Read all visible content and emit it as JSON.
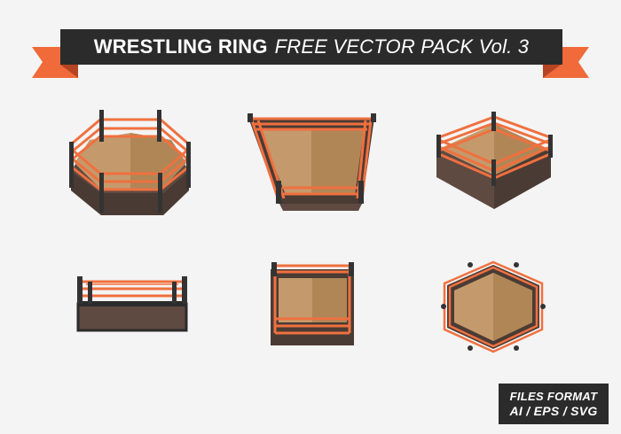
{
  "banner": {
    "title_bold": "WRESTLING RING",
    "title_light": "FREE VECTOR PACK Vol. 3"
  },
  "files_format": {
    "line1": "FILES FORMAT",
    "line2": "AI / EPS / SVG"
  },
  "rings": [
    {
      "name": "octagon-ring-perspective"
    },
    {
      "name": "square-ring-front-perspective"
    },
    {
      "name": "square-ring-diamond-perspective"
    },
    {
      "name": "ring-side-view"
    },
    {
      "name": "ring-front-view"
    },
    {
      "name": "hexagon-ring-top-view"
    }
  ],
  "colors": {
    "background": "#f4f4f4",
    "banner_dark": "#2b2b2b",
    "banner_orange": "#f06a3a",
    "rope": "#f0703f",
    "post": "#333333",
    "mat_light": "#c49a6c",
    "mat_dark": "#b08657",
    "apron": "#5e4a41"
  }
}
